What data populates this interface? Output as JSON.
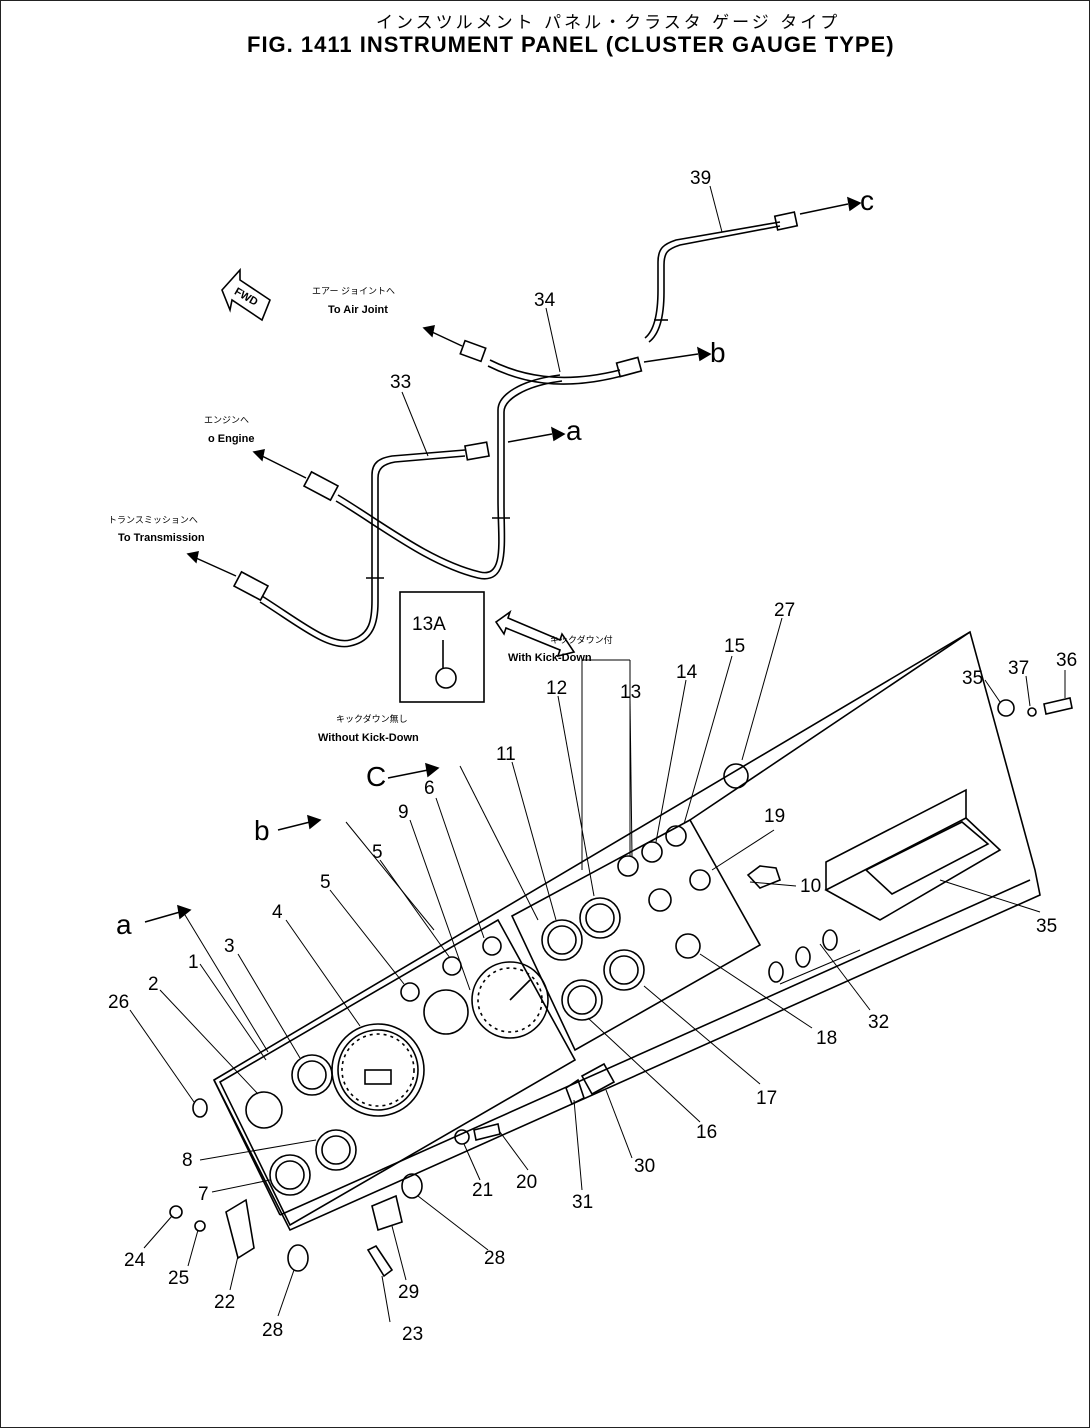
{
  "header": {
    "title_jp": "インスツルメント パネル・クラスタ ゲージ タイプ",
    "title_en": "FIG. 1411  INSTRUMENT PANEL (CLUSTER GAUGE TYPE)"
  },
  "fwd_label": "FWD",
  "notes": {
    "air_jp": "エアー ジョイントへ",
    "air_en": "To Air Joint",
    "engine_jp": "エンジンへ",
    "engine_en": "o Engine",
    "trans_jp": "トランスミッションへ",
    "trans_en": "To Transmission",
    "kick_with_jp": "キックダウン付",
    "kick_with_en": "With Kick-Down",
    "kick_without_jp": "キックダウン無し",
    "kick_without_en": "Without Kick-Down"
  },
  "inset_label": "13A",
  "arrow_letters": {
    "a": "a",
    "b": "b",
    "c": "c",
    "a2": "a",
    "b2": "b",
    "c2": "C"
  },
  "part_numbers": [
    "39",
    "34",
    "33",
    "27",
    "15",
    "14",
    "13",
    "12",
    "11",
    "36",
    "37",
    "35",
    "19",
    "10",
    "35",
    "6",
    "9",
    "5",
    "5",
    "4",
    "3",
    "2",
    "1",
    "26",
    "8",
    "7",
    "24",
    "25",
    "22",
    "28",
    "23",
    "29",
    "28",
    "21",
    "20",
    "31",
    "30",
    "16",
    "17",
    "18",
    "32"
  ]
}
